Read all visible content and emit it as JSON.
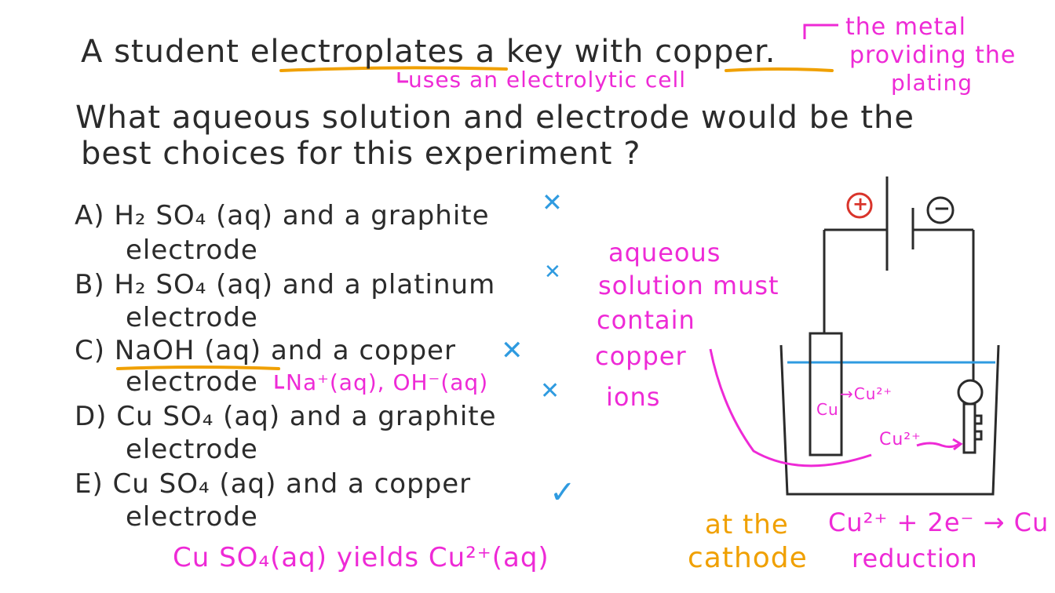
{
  "question": {
    "line1": "A student electroplates a key with copper.",
    "line2": "What aqueous solution and electrode would be the",
    "line3": "best choices for this experiment ?"
  },
  "notes": {
    "uses_cell": "uses an electrolytic cell",
    "metal_note_1": "the metal",
    "metal_note_2": "providing the",
    "metal_note_3": "plating",
    "aqueous_1": "aqueous",
    "aqueous_2": "solution must",
    "aqueous_3": "contain",
    "aqueous_4": "copper",
    "aqueous_5": "ions",
    "naoh_ions": "Na⁺(aq), OH⁻(aq)",
    "cuso4_yields": "Cu SO₄(aq) yields Cu²⁺(aq)",
    "cathode_1": "at the",
    "cathode_2": "cathode",
    "half_eq": "Cu²⁺ + 2e⁻ → Cu",
    "reduction": "reduction"
  },
  "options": [
    {
      "line1": "A)  H₂ SO₄ (aq) and a graphite",
      "line2": "electrode",
      "mark": "✕"
    },
    {
      "line1": "B)  H₂ SO₄ (aq) and a platinum",
      "line2": "electrode",
      "mark": "✕"
    },
    {
      "line1": "C)  NaOH (aq) and a copper",
      "line2": "electrode",
      "mark": "✕"
    },
    {
      "line1": "D)  Cu SO₄ (aq) and a graphite",
      "line2": "electrode",
      "mark": "✕"
    },
    {
      "line1": "E)  Cu SO₄ (aq) and a copper",
      "line2": "electrode",
      "mark": "✓"
    }
  ],
  "diagram": {
    "plus": "+",
    "minus": "−",
    "anode_label": "Cu",
    "anode_arrow": "→Cu²⁺",
    "ion_label": "Cu²⁺"
  },
  "colors": {
    "ink": "#2b2b2b",
    "pink": "#ee2ad6",
    "orange": "#f0a000",
    "blue": "#2f9be0",
    "red": "#d9342b"
  }
}
